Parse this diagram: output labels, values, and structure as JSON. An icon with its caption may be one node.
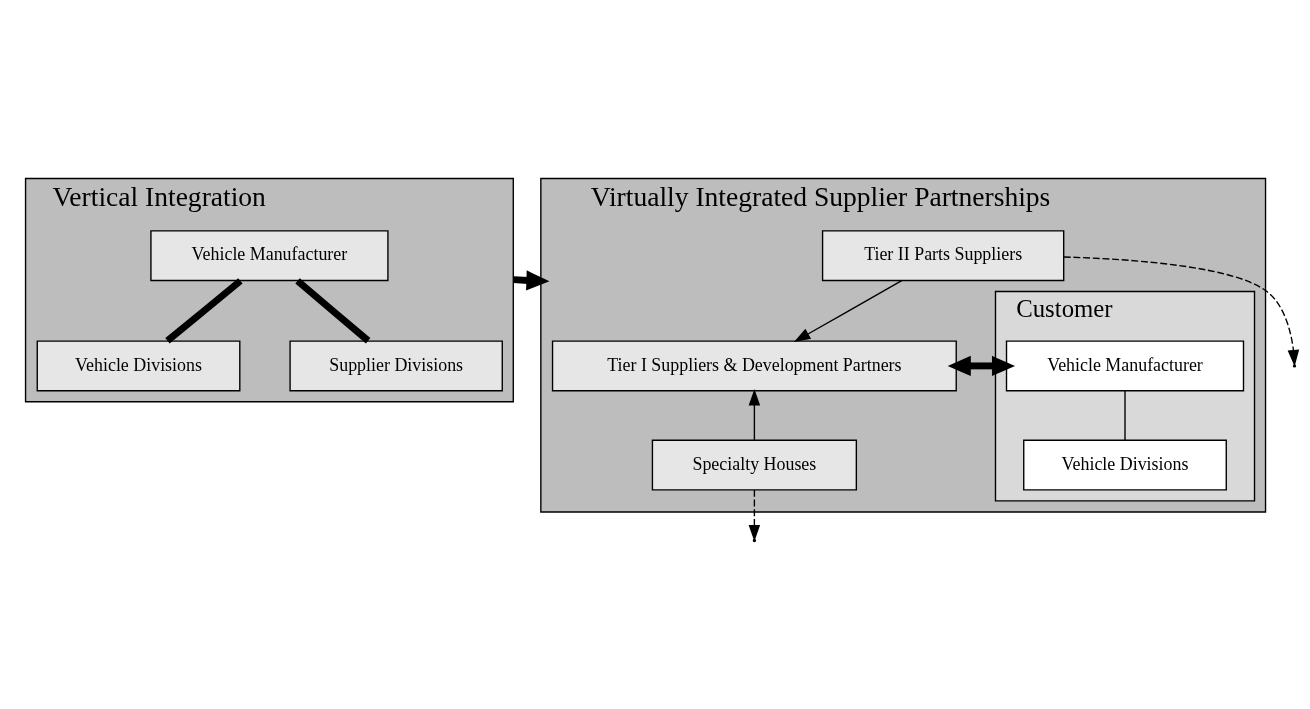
{
  "diagram": {
    "nodes": [
      {
        "text": [
          "Vertical Integration"
        ]
      },
      {
        "text": [
          "Vehicle Manufacturer"
        ],
        "in": 0
      },
      {
        "text": [
          "Vehicle Divisions"
        ],
        "in": 0
      },
      {
        "text": [
          "Supplier Divisions"
        ],
        "in": 0
      },
      {
        "text": [
          "Virtually Integrated Supplier Partnerships"
        ]
      },
      {
        "text": [
          "Customer"
        ],
        "in": 4
      },
      {
        "text": [
          "Vehicle Manufacturer"
        ],
        "in": 5
      },
      {
        "text": [
          "Vehicle Divisions"
        ],
        "in": 5
      },
      {
        "text": [
          "Tier II Parts Suppliers"
        ],
        "in": 4
      },
      {
        "text": [
          "Tier I Suppliers & Development Partners"
        ],
        "in": 4
      },
      {
        "text": [
          "Specialty Houses"
        ],
        "in": 4
      }
    ],
    "edges": [
      {
        "from": 1,
        "to": 2,
        "arrow": "none",
        "style": "thick"
      },
      {
        "from": 1,
        "to": 3,
        "arrow": "none",
        "style": "thick"
      },
      {
        "from": 0,
        "to": 4,
        "arrow": "to",
        "style": "thick"
      },
      {
        "from": 6,
        "to": 9,
        "arrow": "both",
        "style": "thick"
      },
      {
        "from": 6,
        "to": 7,
        "arrow": "none"
      },
      {
        "from": 8,
        "to": 9,
        "arrow": "to"
      },
      {
        "from": 10,
        "to": 9,
        "arrow": "to"
      },
      {
        "from": 8,
        "to": null,
        "arrow": "to",
        "style": "dashed"
      },
      {
        "from": 10,
        "to": null,
        "arrow": "to",
        "style": "dashed"
      }
    ]
  }
}
